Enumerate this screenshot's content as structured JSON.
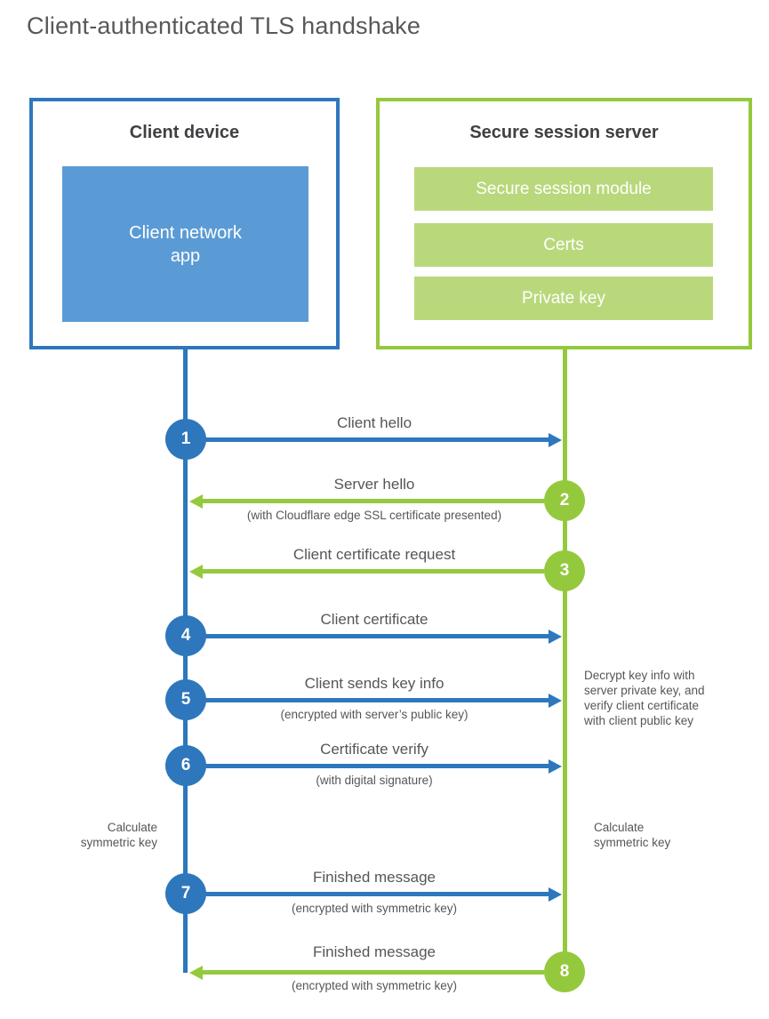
{
  "title": "Client-authenticated TLS handshake",
  "client": {
    "heading": "Client device",
    "app_label": "Client network\napp"
  },
  "server": {
    "heading": "Secure session server",
    "modules": [
      "Secure session module",
      "Certs",
      "Private key"
    ]
  },
  "steps": [
    {
      "num": "1",
      "label": "Client hello",
      "sub": "",
      "from": "client",
      "to": "server"
    },
    {
      "num": "2",
      "label": "Server hello",
      "sub": "(with Cloudflare edge SSL certificate presented)",
      "from": "server",
      "to": "client"
    },
    {
      "num": "3",
      "label": "Client certificate request",
      "sub": "",
      "from": "server",
      "to": "client"
    },
    {
      "num": "4",
      "label": "Client certificate",
      "sub": "",
      "from": "client",
      "to": "server"
    },
    {
      "num": "5",
      "label": "Client sends key info",
      "sub": "(encrypted with server’s public key)",
      "from": "client",
      "to": "server"
    },
    {
      "num": "6",
      "label": "Certificate verify",
      "sub": "(with digital signature)",
      "from": "client",
      "to": "server"
    },
    {
      "num": "7",
      "label": "Finished message",
      "sub": "(encrypted with symmetric key)",
      "from": "client",
      "to": "server"
    },
    {
      "num": "8",
      "label": "Finished message",
      "sub": "(encrypted with symmetric key)",
      "from": "server",
      "to": "client"
    }
  ],
  "annotations": {
    "decrypt_note": "Decrypt key info with\nserver private key, and\nverify client certificate\nwith client public key",
    "calc_left": "Calculate\nsymmetric key",
    "calc_right": "Calculate\nsymmetric key"
  },
  "colors": {
    "blue": "#2e77bd",
    "blue_fill": "#5b9bd5",
    "green": "#95c93d",
    "green_fill": "#b9d87c",
    "text": "#55565a",
    "heading": "#3f4043"
  }
}
